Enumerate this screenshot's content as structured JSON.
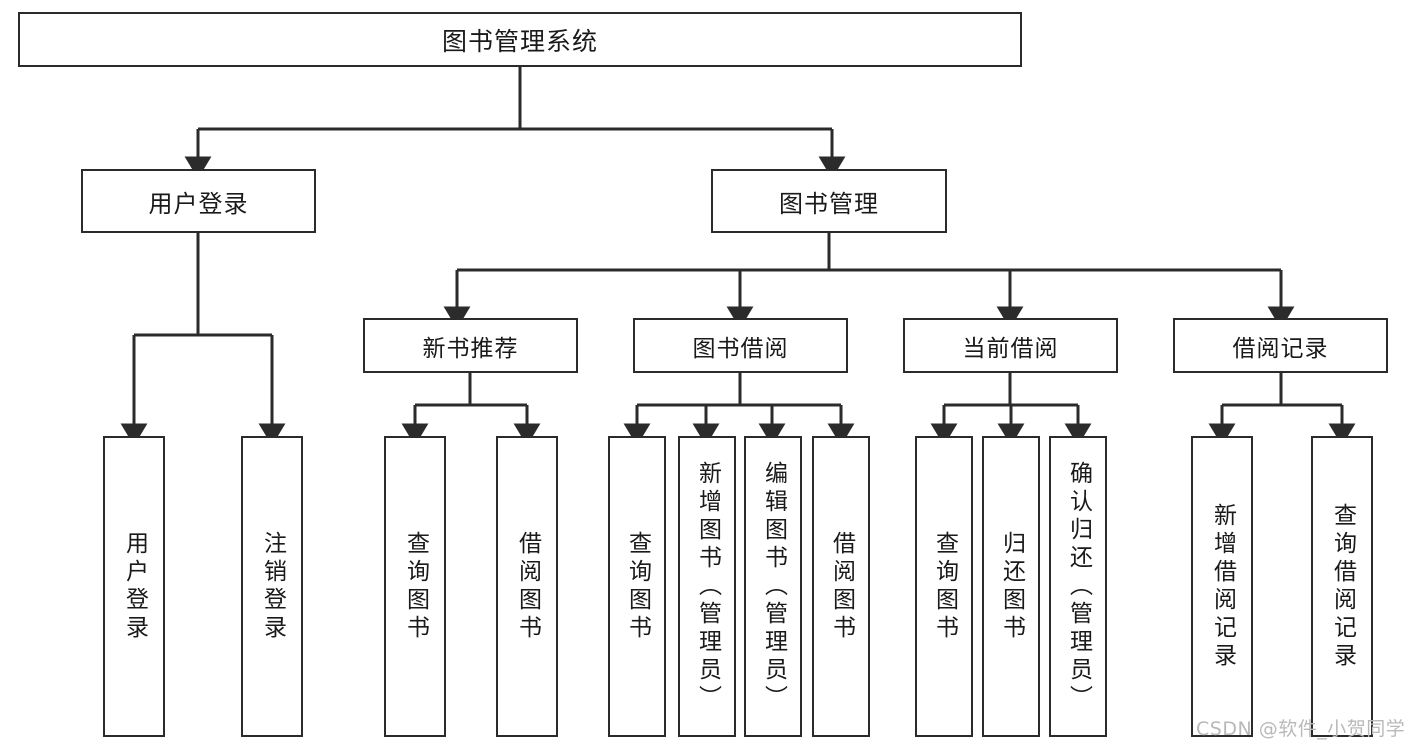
{
  "diagram": {
    "title": "图书管理系统",
    "type": "tree",
    "watermark": "CSDN @软件_小贺同学",
    "line_color": "#2b2b2b",
    "box_fill": "#ffffff",
    "text_color": "#1a1a1a"
  },
  "nodes": {
    "root": {
      "label": "图书管理系统"
    },
    "level1": [
      {
        "label": "用户登录"
      },
      {
        "label": "图书管理"
      }
    ],
    "level2": [
      {
        "label": "新书推荐"
      },
      {
        "label": "图书借阅"
      },
      {
        "label": "当前借阅"
      },
      {
        "label": "借阅记录"
      }
    ],
    "leaves": {
      "user_login": [
        {
          "label": "用户登录"
        },
        {
          "label": "注销登录"
        }
      ],
      "new_book": [
        {
          "label": "查询图书"
        },
        {
          "label": "借阅图书"
        }
      ],
      "book_borrow": [
        {
          "label": "查询图书"
        },
        {
          "label": "新增图书（管理员）"
        },
        {
          "label": "编辑图书（管理员）"
        },
        {
          "label": "借阅图书"
        }
      ],
      "current_borrow": [
        {
          "label": "查询图书"
        },
        {
          "label": "归还图书"
        },
        {
          "label": "确认归还（管理员）"
        }
      ],
      "borrow_record": [
        {
          "label": "新增借阅记录"
        },
        {
          "label": "查询借阅记录"
        }
      ]
    }
  }
}
